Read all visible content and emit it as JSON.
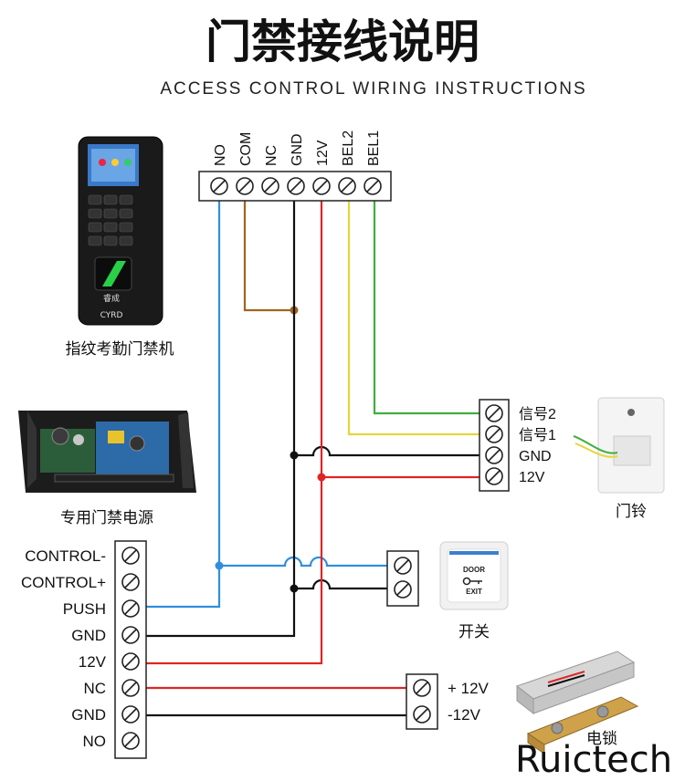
{
  "title": "门禁接线说明",
  "subtitle": "ACCESS CONTROL WIRING INSTRUCTIONS",
  "top_terminal_labels": [
    "NO",
    "COM",
    "NC",
    "GND",
    "12V",
    "BEL2",
    "BEL1"
  ],
  "devices": {
    "fingerprint": {
      "caption": "指纹考勤门禁机",
      "brand_mark": "睿成",
      "logo": "CYRD"
    },
    "power_supply": {
      "caption": "专用门禁电源"
    },
    "doorbell": {
      "caption": "门铃",
      "terminal_labels": [
        "信号2",
        "信号1",
        "GND",
        "12V"
      ]
    },
    "exit_button": {
      "caption": "开关",
      "face_line1": "DOOR",
      "face_line2": "EXIT"
    },
    "lock": {
      "caption": "电锁",
      "terminal_labels": [
        "+ 12V",
        "-12V"
      ]
    }
  },
  "left_terminal_labels": [
    "CONTROL-",
    "CONTROL+",
    "PUSH",
    "GND",
    "12V",
    "NC",
    "GND",
    "NO"
  ],
  "watermark": "Ruictech",
  "wire_colors": {
    "blue": "#2f8fde",
    "brown": "#a0641e",
    "black": "#111111",
    "red": "#e02424",
    "yellow": "#e6d53a",
    "green": "#3fae3f"
  }
}
